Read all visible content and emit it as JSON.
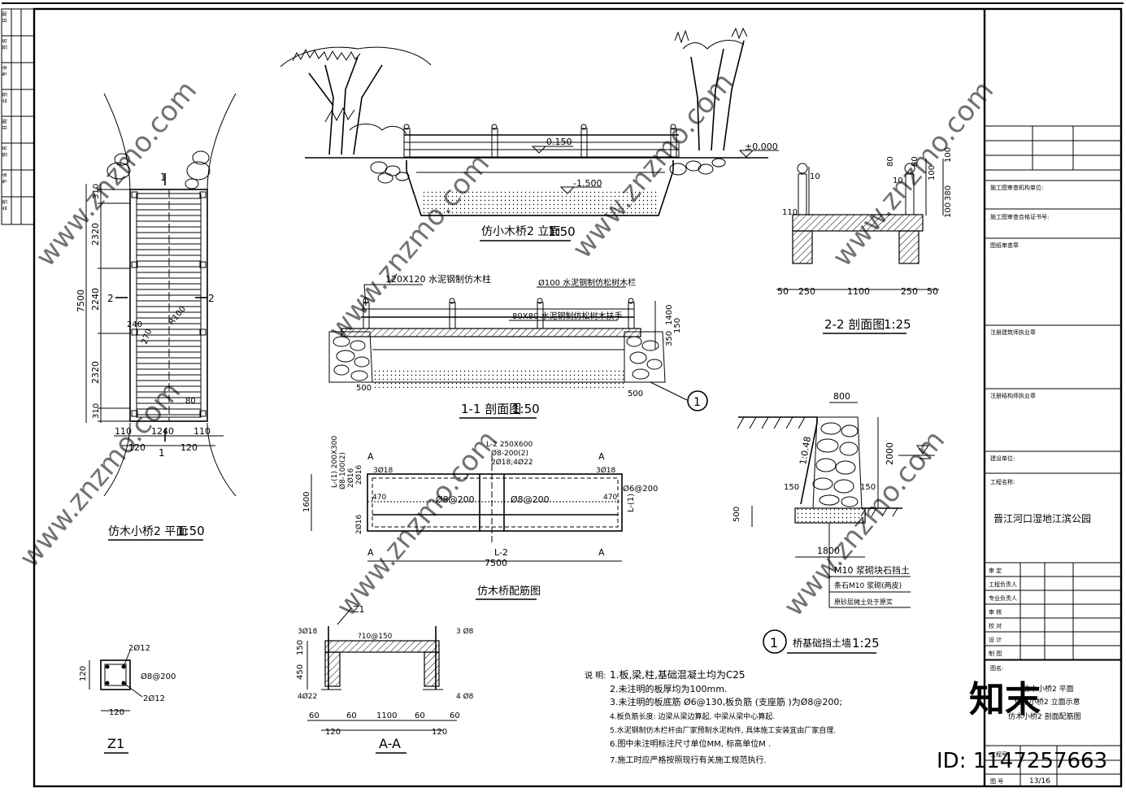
{
  "views": {
    "plan": {
      "title": "仿木小桥2 平面",
      "scale": "1:50",
      "dims": {
        "left_total": "7500",
        "seg_top": "2320",
        "seg_mid": "2240",
        "seg_bot": "2320",
        "end_top": "310",
        "end_bot": "310",
        "bot_left": "110",
        "bot_mid": "1240",
        "bot_right": "110",
        "bot_l2": "120",
        "bot_r2": "120",
        "d240": "240",
        "d270": "270",
        "r100": "R100",
        "d80": "80"
      },
      "marks": {
        "one": "1",
        "two": "2"
      }
    },
    "elevation": {
      "title": "仿小木桥2 立面",
      "scale": "1:50",
      "lvl_deck": "0.150",
      "lvl_bottom": "-1.500",
      "lvl_ground": "±0.000"
    },
    "section22": {
      "title": "2-2 剖面图",
      "scale": "1:25",
      "dims": {
        "d50a": "50",
        "d250a": "250",
        "d1100": "1100",
        "d250b": "250",
        "d50b": "50",
        "d110": "110",
        "d10a": "10",
        "d10b": "10",
        "d80a": "80",
        "d80b": "80",
        "d100a": "100",
        "d100b": "100",
        "d380": "380",
        "d100c": "100"
      }
    },
    "section11": {
      "title": "1-1 剖面图",
      "scale": "1:50",
      "labels": {
        "post": "120X120 水泥钢制仿木柱",
        "rail": "Ø100 水泥钢制仿松树木栏",
        "hand": "80X80 水泥钢制仿松树木扶手"
      },
      "dims": {
        "d1400": "1400",
        "d350": "350",
        "d150": "150",
        "d500a": "500",
        "d500b": "500"
      },
      "callout": "1"
    },
    "reinf": {
      "title": "仿木桥配筋图",
      "labels": {
        "l2top": "L-2  250X600",
        "l2s1": "Ø8-200(2)",
        "l2s2": "2Ø18;4Ø22",
        "l1": "L-(1) 200X300",
        "l1s1": "Ø8-100(2)",
        "l1s2": "2Ø16",
        "l1s3": "2Ø16",
        "t3a": "3Ø18",
        "t3b": "3Ø18",
        "ph6": "Ø6@200",
        "ph8a": "Ø8@200",
        "ph8b": "Ø8@200",
        "d470a": "470",
        "d470b": "470",
        "d1600": "1600",
        "d2_16": "2Ø16",
        "d7500": "7500",
        "l1r": "L-(1)",
        "l2b": "L-2",
        "aTL": "A",
        "aTR": "A",
        "aBL": "A",
        "aBR": "A"
      }
    },
    "aa": {
      "title": "A-A",
      "labels": {
        "z1": "Z1",
        "r3a": "3Ø18",
        "r3b": "3 Ø8",
        "r10": "?10@150",
        "r4a": "4Ø22",
        "r4b": "4 Ø8",
        "d150": "150",
        "d450": "450",
        "d60a": "60",
        "d60b": "60",
        "d1100": "1100",
        "d60c": "60",
        "d60d": "60",
        "d120a": "120",
        "d120b": "120"
      }
    },
    "z1": {
      "title": "Z1",
      "labels": {
        "top": "2Ø12",
        "mid": "Ø8@200",
        "bot": "2Ø12",
        "w": "120",
        "h": "120"
      }
    },
    "wall": {
      "title": "桥基础挡土墙",
      "scale": "1:25",
      "callout": "1",
      "dims": {
        "d800": "800",
        "d1048": "1:0.48",
        "d150a": "150",
        "d150b": "150",
        "d2000": "2000",
        "d500": "500",
        "d1800": "1800"
      },
      "legend": [
        "M10 浆砌块石挡土",
        "条石M10 浆砌(两皮)",
        "原砂层摊土处于原实"
      ]
    }
  },
  "notes": {
    "header": "说 明:",
    "items": [
      "1.板,梁,柱,基础混凝土均为C25",
      "2.未注明的板厚均为100mm.",
      "3.未注明的板底筋   Ø6@130,板负筋 (支座筋 )为Ø8@200;",
      "4.板负筋长度: 边梁从梁边算起, 中梁从梁中心算起.",
      "5.水泥钢制仿木栏杆由厂家预制水泥构件, 具体施工安装宜由厂家自理.",
      "6.图中未注明标注尺寸单位MM, 标高单位M .",
      "7.施工时应严格按照现行有关施工规范执行."
    ]
  },
  "title_block": {
    "rows": [
      "施工图审查机构单位:",
      "施工图审查合格证书号:",
      "图纸审查章",
      "注册建筑师执业章",
      "注册结构师执业章",
      "建设单位:",
      "工程名称:"
    ],
    "project": "晋江河口湿地江滨公园",
    "roles": [
      "审 定",
      "工程负责人",
      "专业负责人",
      "审 核",
      "校 对",
      "设 计",
      "制 图"
    ],
    "drawing_label": "图名:",
    "drawing_names": [
      "仿木小桥2 平面",
      "仿木小桥2 立面示意",
      "仿木小桥2 剖面配筋图"
    ],
    "number_label": "图 号",
    "number": "13/16",
    "work_label": "工程号"
  },
  "left_strip": [
    "日 期",
    "签 名",
    "专 业",
    "会 签",
    "日 期",
    "签 名",
    "专 业",
    "会 签"
  ],
  "watermark": {
    "site": "www.znzmo.com",
    "brand": "知末",
    "id": "ID: 1147257663"
  }
}
